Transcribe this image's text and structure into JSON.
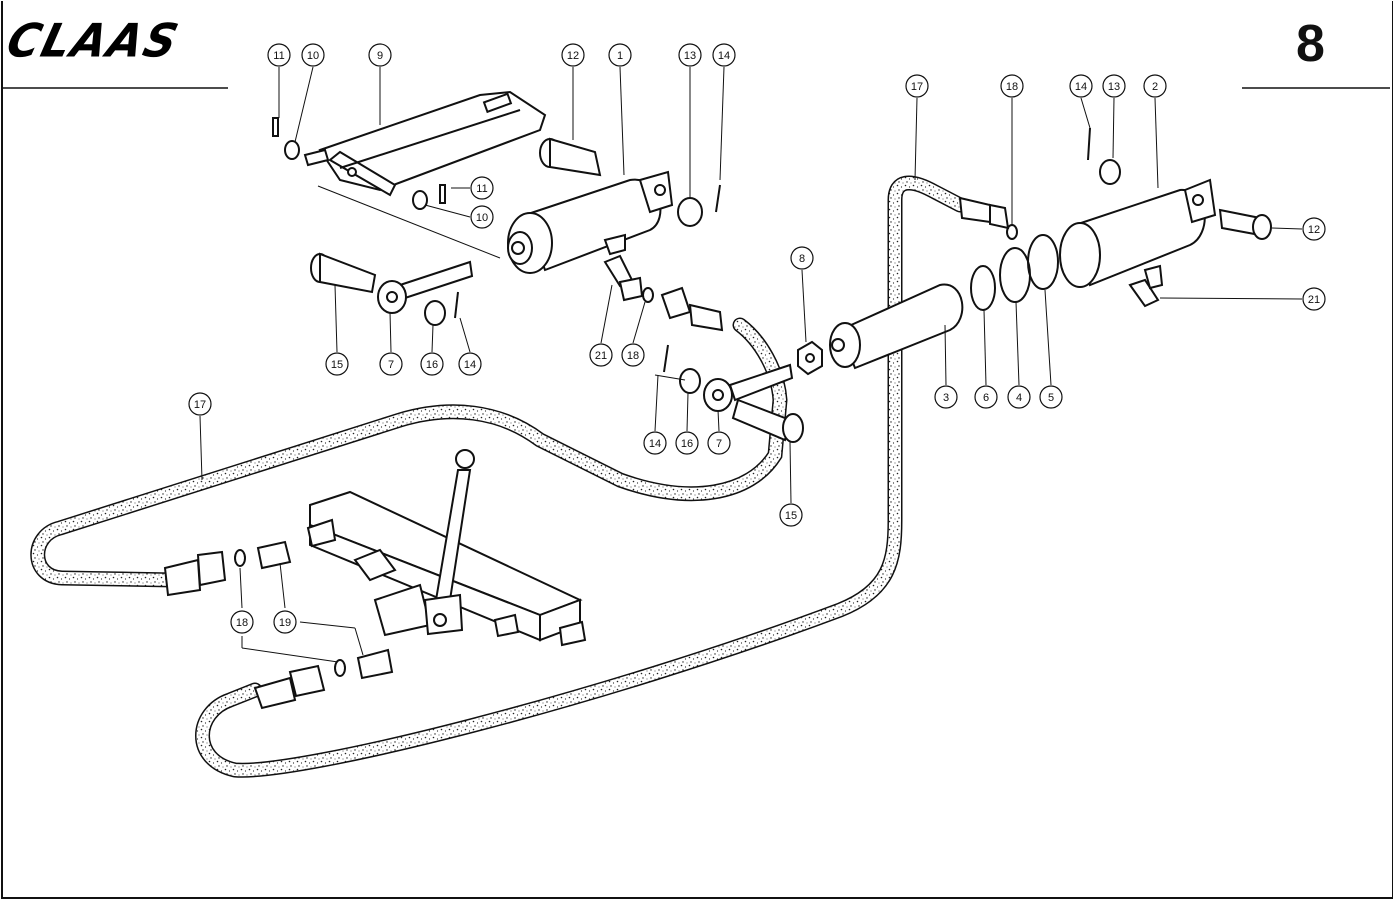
{
  "header": {
    "brand": "CLAAS",
    "page_number": "8"
  },
  "callouts": [
    {
      "id": "c11a",
      "label": "11"
    },
    {
      "id": "c10a",
      "label": "10"
    },
    {
      "id": "c9",
      "label": "9"
    },
    {
      "id": "c12a",
      "label": "12"
    },
    {
      "id": "c1",
      "label": "1"
    },
    {
      "id": "c13a",
      "label": "13"
    },
    {
      "id": "c14a",
      "label": "14"
    },
    {
      "id": "c11b",
      "label": "11"
    },
    {
      "id": "c10b",
      "label": "10"
    },
    {
      "id": "c15a",
      "label": "15"
    },
    {
      "id": "c7a",
      "label": "7"
    },
    {
      "id": "c16a",
      "label": "16"
    },
    {
      "id": "c14b",
      "label": "14"
    },
    {
      "id": "c21a",
      "label": "21"
    },
    {
      "id": "c18a",
      "label": "18"
    },
    {
      "id": "c14c",
      "label": "14"
    },
    {
      "id": "c16b",
      "label": "16"
    },
    {
      "id": "c7b",
      "label": "7"
    },
    {
      "id": "c15b",
      "label": "15"
    },
    {
      "id": "c8",
      "label": "8"
    },
    {
      "id": "c17a",
      "label": "17"
    },
    {
      "id": "c18b",
      "label": "18"
    },
    {
      "id": "c14d",
      "label": "14"
    },
    {
      "id": "c13b",
      "label": "13"
    },
    {
      "id": "c2",
      "label": "2"
    },
    {
      "id": "c12b",
      "label": "12"
    },
    {
      "id": "c21b",
      "label": "21"
    },
    {
      "id": "c3",
      "label": "3"
    },
    {
      "id": "c6",
      "label": "6"
    },
    {
      "id": "c4",
      "label": "4"
    },
    {
      "id": "c5",
      "label": "5"
    },
    {
      "id": "c17b",
      "label": "17"
    },
    {
      "id": "c18c",
      "label": "18"
    },
    {
      "id": "c19",
      "label": "19"
    }
  ]
}
